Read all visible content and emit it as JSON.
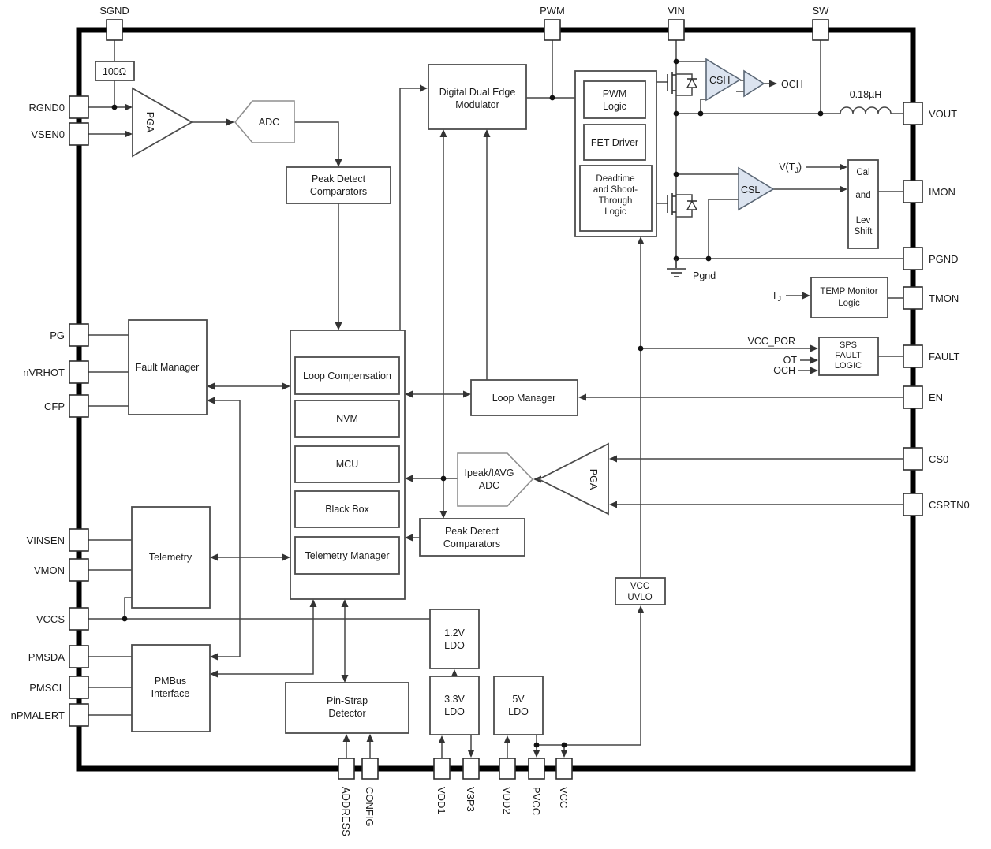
{
  "pins": {
    "top": [
      "SGND",
      "PWM",
      "VIN",
      "SW"
    ],
    "left": [
      "RGND0",
      "VSEN0",
      "PG",
      "nVRHOT",
      "CFP",
      "VINSEN",
      "VMON",
      "VCCS",
      "PMSDA",
      "PMSCL",
      "nPMALERT"
    ],
    "right": [
      "VOUT",
      "IMON",
      "PGND",
      "TMON",
      "FAULT",
      "EN",
      "CS0",
      "CSRTN0"
    ],
    "bottom": [
      "ADDRESS",
      "CONFIG",
      "VDD1",
      "V3P3",
      "VDD2",
      "PVCC",
      "VCC"
    ]
  },
  "blocks": {
    "resistor": "100Ω",
    "pga1": "PGA",
    "adc1": "ADC",
    "peak_detect_top": [
      "Peak Detect",
      "Comparators"
    ],
    "modulator": [
      "Digital Dual Edge",
      "Modulator"
    ],
    "pwm_logic": [
      "PWM",
      "Logic"
    ],
    "fet_driver": "FET Driver",
    "deadtime": [
      "Deadtime",
      "and Shoot-",
      "Through",
      "Logic"
    ],
    "loop_compensation": "Loop Compensation",
    "nvm": "NVM",
    "mcu": "MCU",
    "black_box": "Black Box",
    "telemetry_manager": "Telemetry Manager",
    "loop_manager": "Loop Manager",
    "ipeak_adc": [
      "Ipeak/IAVG",
      "ADC"
    ],
    "pga2": "PGA",
    "peak_detect_bottom": [
      "Peak Detect",
      "Comparators"
    ],
    "fault_manager": "Fault Manager",
    "telemetry": "Telemetry",
    "pmbus": [
      "PMBus",
      "Interface"
    ],
    "pin_strap": [
      "Pin-Strap",
      "Detector"
    ],
    "ldo_1v2": [
      "1.2V",
      "LDO"
    ],
    "ldo_3v3": [
      "3.3V",
      "LDO"
    ],
    "ldo_5v": [
      "5V",
      "LDO"
    ],
    "vcc_uvlo": [
      "VCC",
      "UVLO"
    ],
    "cal_lev_shift": [
      "Cal",
      "and",
      "Lev",
      "Shift"
    ],
    "temp_monitor": [
      "TEMP Monitor",
      "Logic"
    ],
    "sps_fault": [
      "SPS",
      "FAULT",
      "LOGIC"
    ],
    "csh": "CSH",
    "csl": "CSL"
  },
  "labels": {
    "och_out": "OCH",
    "inductor_value": "0.18µH",
    "pgnd_symbol": "Pgnd",
    "vcc_por": "VCC_POR",
    "ot": "OT",
    "och_in": "OCH",
    "v_t_pre": "V(T",
    "v_t_sub": "J",
    "v_t_post": ")",
    "t_pre": "T",
    "t_sub": "J"
  },
  "colors": {
    "amp_fill": "#dce4f0",
    "amp_stroke": "#5b6775",
    "wire": "#454545",
    "border": "#000000"
  }
}
